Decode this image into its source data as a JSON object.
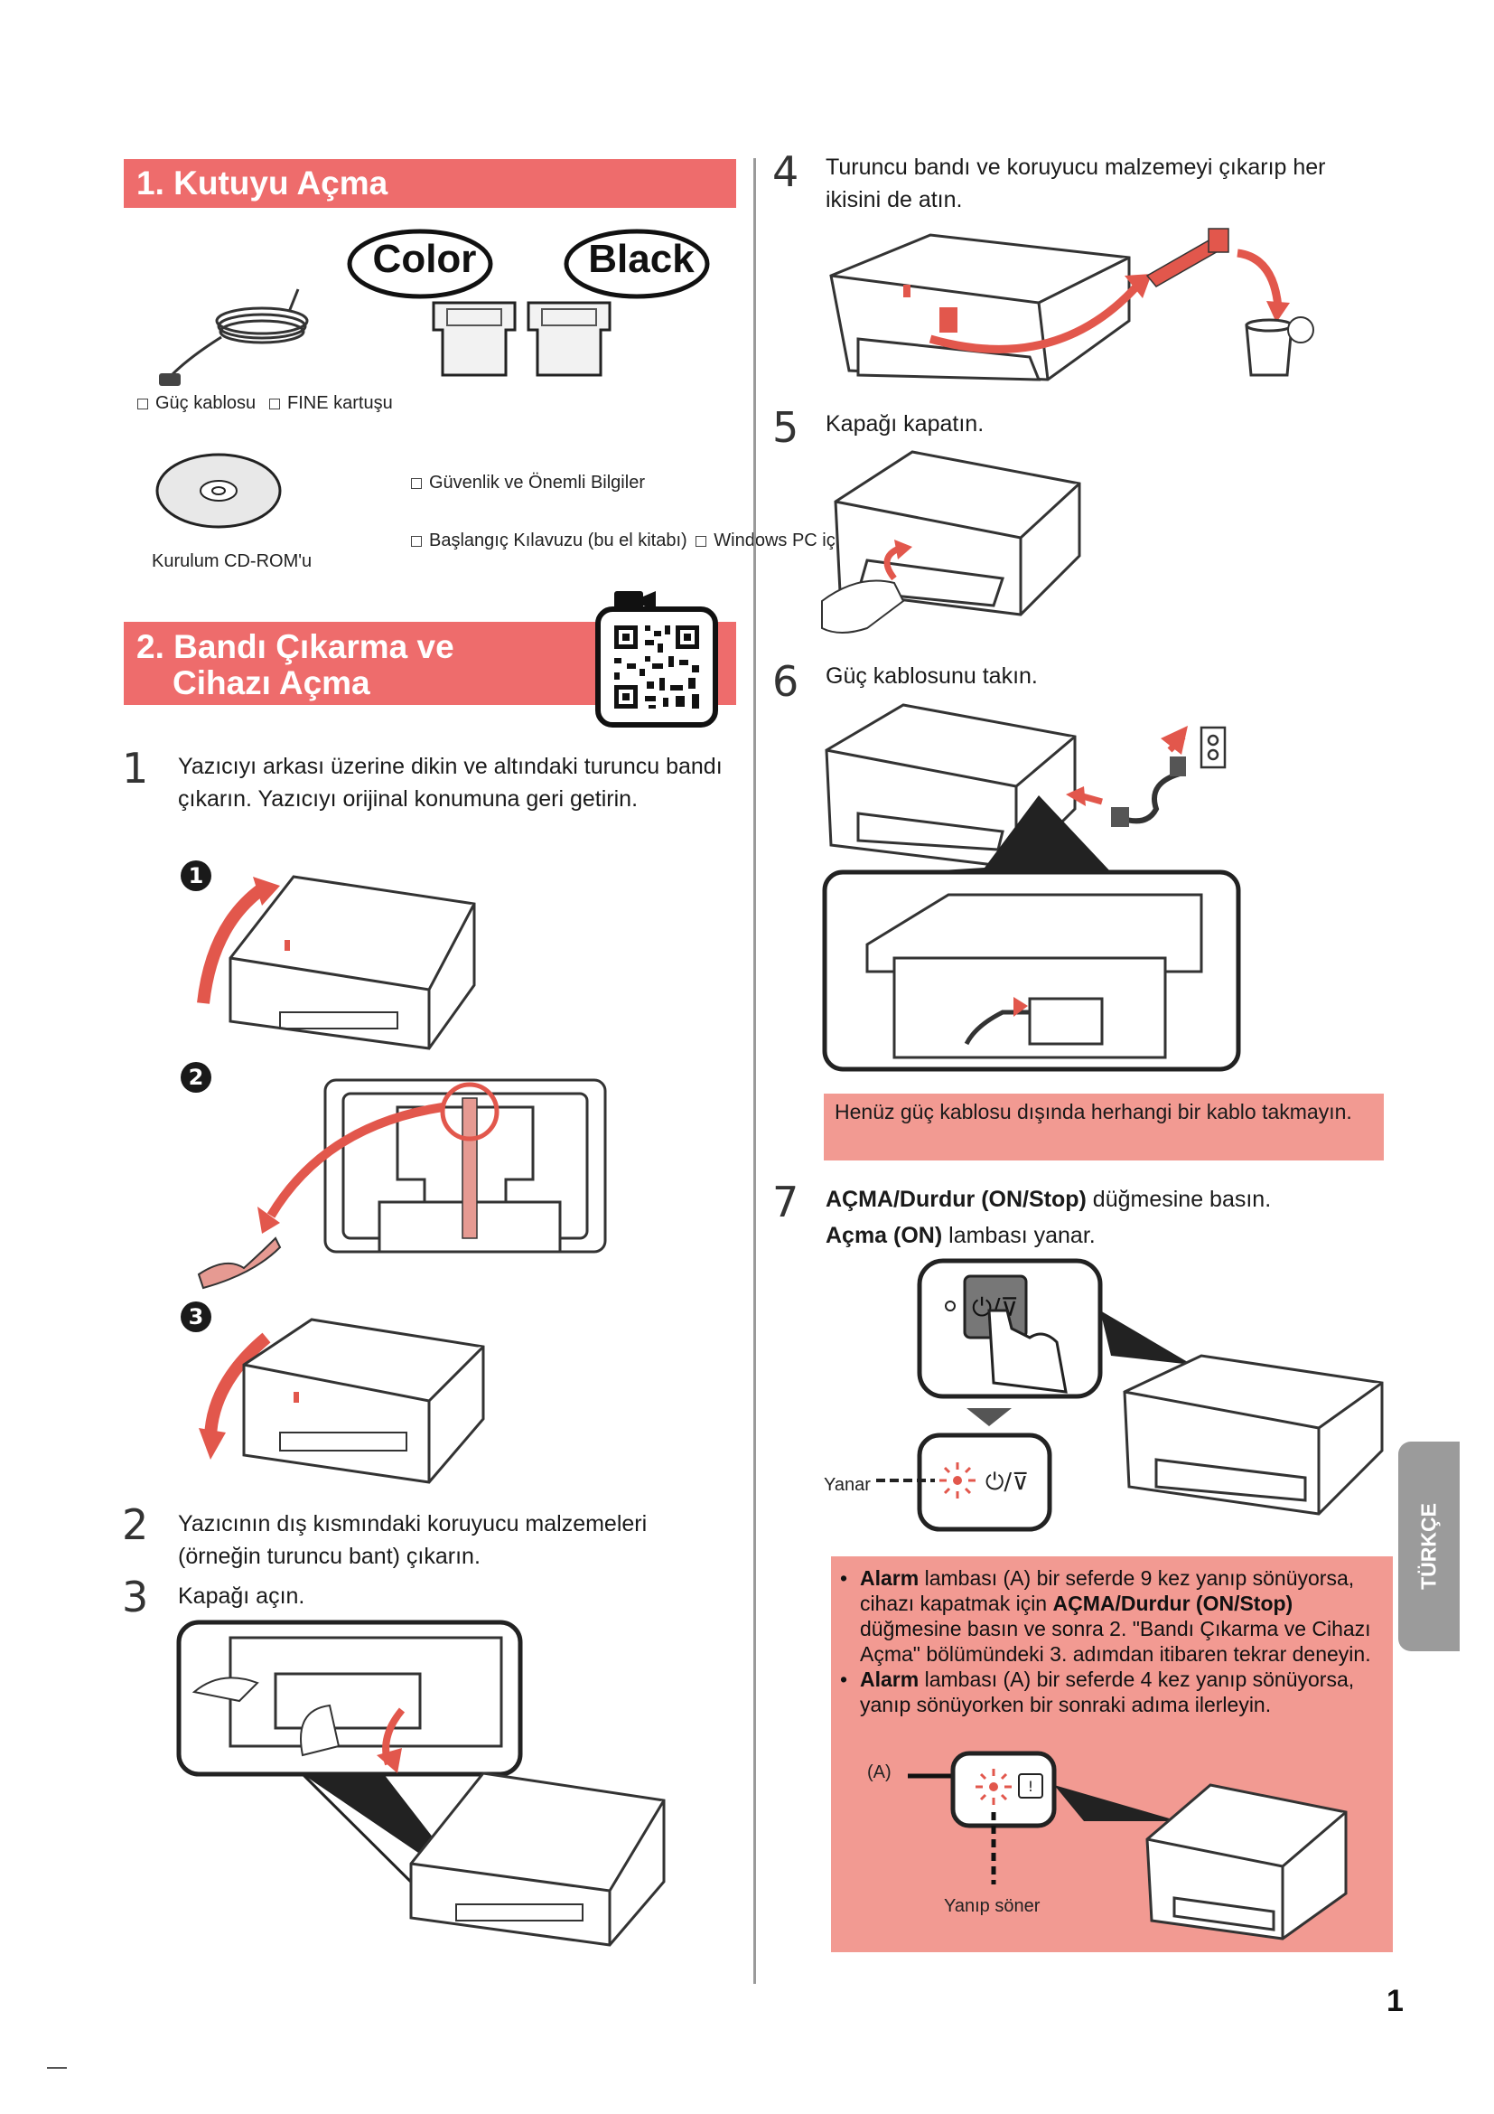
{
  "section1": {
    "title": "1.  Kutuyu Açma"
  },
  "cartridge_labels": {
    "color": "Color",
    "black": "Black"
  },
  "items": {
    "power_cord": "Güç kablosu",
    "fine_cartridge": "FINE kartuşu",
    "safety": "Güvenlik ve Önemli Bilgiler",
    "getting_started": "Başlangıç Kılavuzu (bu el kitabı)",
    "windows_pc": "Windows PC için",
    "cdrom": "Kurulum CD-ROM'u"
  },
  "section2": {
    "line1": "2.  Bandı Çıkarma ve",
    "line2": "Cihazı Açma"
  },
  "steps": {
    "s1": {
      "num": "1",
      "text": "Yazıcıyı arkası üzerine dikin ve altındaki turuncu bandı çıkarın. Yazıcıyı orijinal konumuna geri getirin."
    },
    "s2": {
      "num": "2",
      "text": "Yazıcının dış kısmındaki koruyucu malzemeleri (örneğin turuncu bant) çıkarın."
    },
    "s3": {
      "num": "3",
      "text": "Kapağı açın."
    },
    "s4": {
      "num": "4",
      "text": "Turuncu bandı ve koruyucu malzemeyi çıkarıp her ikisini de atın."
    },
    "s5": {
      "num": "5",
      "text": "Kapağı kapatın."
    },
    "s6": {
      "num": "6",
      "text": "Güç kablosunu takın."
    },
    "s7": {
      "num": "7",
      "bold1": "AÇMA/Durdur (ON/Stop)",
      "rest1": " düğmesine basın.",
      "bold2": "Açma (ON)",
      "rest2": " lambası yanar."
    }
  },
  "substeps": [
    "1",
    "2",
    "3"
  ],
  "warning": "Henüz güç kablosu dışında herhangi bir kablo takmayın.",
  "lit_label": "Yanar",
  "note": {
    "b1_bold1": "Alarm",
    "b1_t1": " lambası (A) bir seferde 9 kez yanıp sönüyorsa, cihazı kapatmak için ",
    "b1_bold2": "AÇMA/Durdur (ON/Stop)",
    "b1_t2": " düğmesine basın ve sonra 2. \"Bandı Çıkarma ve Cihazı Açma\" bölümündeki 3. adımdan itibaren tekrar deneyin.",
    "b2_bold": "Alarm",
    "b2_t": " lambası (A) bir seferde 4 kez yanıp sönüyorsa, yanıp sönüyorken bir sonraki adıma ilerleyin.",
    "a_label": "(A)",
    "blink_label": "Yanıp söner"
  },
  "side_tab": "TÜRKÇE",
  "page_number": "1",
  "colors": {
    "section_bar": "#ee6c6c",
    "callout": "#f29a92",
    "accent_orange": "#e2574c",
    "side_tab": "#9b9b9b"
  }
}
